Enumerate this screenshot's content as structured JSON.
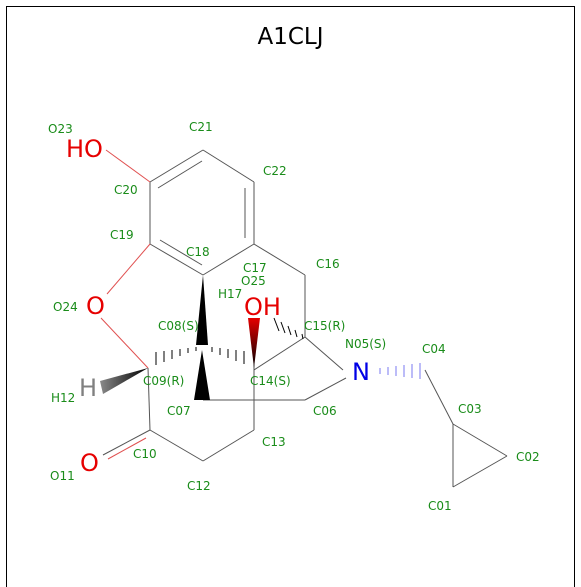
{
  "title": "A1CLJ",
  "colors": {
    "label": "#1a8c1a",
    "oxygen": "#e60000",
    "nitrogen": "#0000e6",
    "hydrogen": "#808080",
    "bond": "#555555"
  },
  "atom_labels": {
    "O23": "O23",
    "C21": "C21",
    "C20": "C20",
    "C22": "C22",
    "C19": "C19",
    "C18": "C18",
    "C17": "C17",
    "O25": "O25",
    "C16": "C16",
    "H17": "H17",
    "O24": "O24",
    "C08": "C08(S)",
    "C15": "C15(R)",
    "N05": "N05(S)",
    "C04": "C04",
    "C09": "C09(R)",
    "C14": "C14(S)",
    "C03": "C03",
    "H12": "H12",
    "C07": "C07",
    "C06": "C06",
    "C13": "C13",
    "C10": "C10",
    "C02": "C02",
    "O11": "O11",
    "C12": "C12",
    "C01": "C01"
  },
  "heteroatoms": {
    "ho": "HO",
    "oh": "OH",
    "o_ring": "O",
    "o_keto": "O",
    "n": "N",
    "h": "H"
  }
}
